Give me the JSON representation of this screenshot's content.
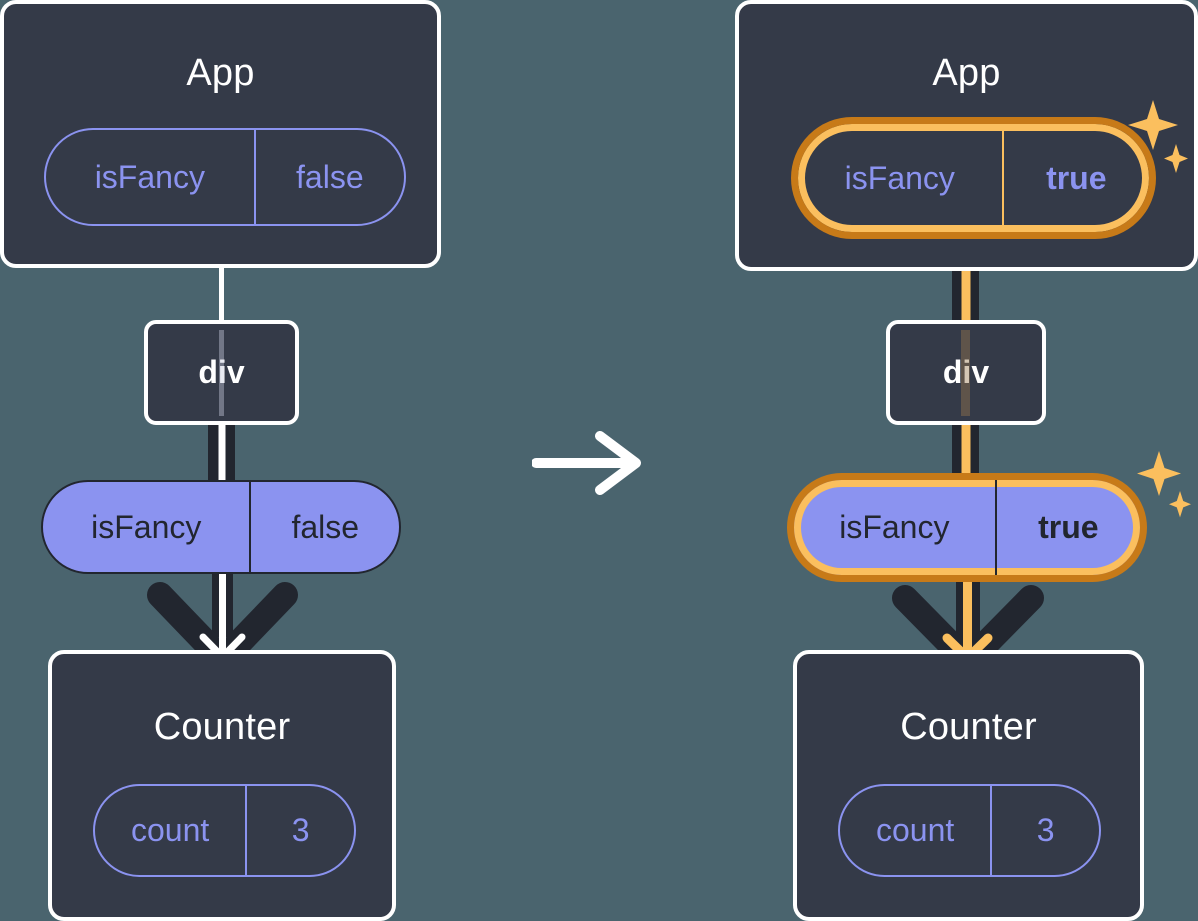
{
  "diagram": {
    "type": "react-state-propagation",
    "accent_highlight": "#e8942a",
    "accent_highlight_dark": "#c77a18",
    "accent_highlight_light": "#fbbf5e",
    "background_color": "#4a646e",
    "box_fill": "#343a48",
    "pill_purple": "#8b93f0",
    "line_dark": "#22262f",
    "transition_arrow_icon": "right-arrow-icon"
  },
  "panels": [
    {
      "id": "before",
      "state_highlighted": false,
      "app": {
        "title": "App",
        "pill": {
          "key": "isFancy",
          "value": "false",
          "highlighted": false,
          "style": "outline"
        }
      },
      "tag": {
        "label": "div"
      },
      "prop_pill": {
        "key": "isFancy",
        "value": "false",
        "highlighted": false,
        "style": "filled"
      },
      "counter": {
        "title": "Counter",
        "pill": {
          "key": "count",
          "value": "3",
          "highlighted": false,
          "style": "outline"
        }
      }
    },
    {
      "id": "after",
      "state_highlighted": true,
      "app": {
        "title": "App",
        "pill": {
          "key": "isFancy",
          "value": "true",
          "highlighted": true,
          "style": "outline"
        }
      },
      "tag": {
        "label": "div"
      },
      "prop_pill": {
        "key": "isFancy",
        "value": "true",
        "highlighted": true,
        "style": "filled"
      },
      "counter": {
        "title": "Counter",
        "pill": {
          "key": "count",
          "value": "3",
          "highlighted": false,
          "style": "outline"
        }
      }
    }
  ]
}
